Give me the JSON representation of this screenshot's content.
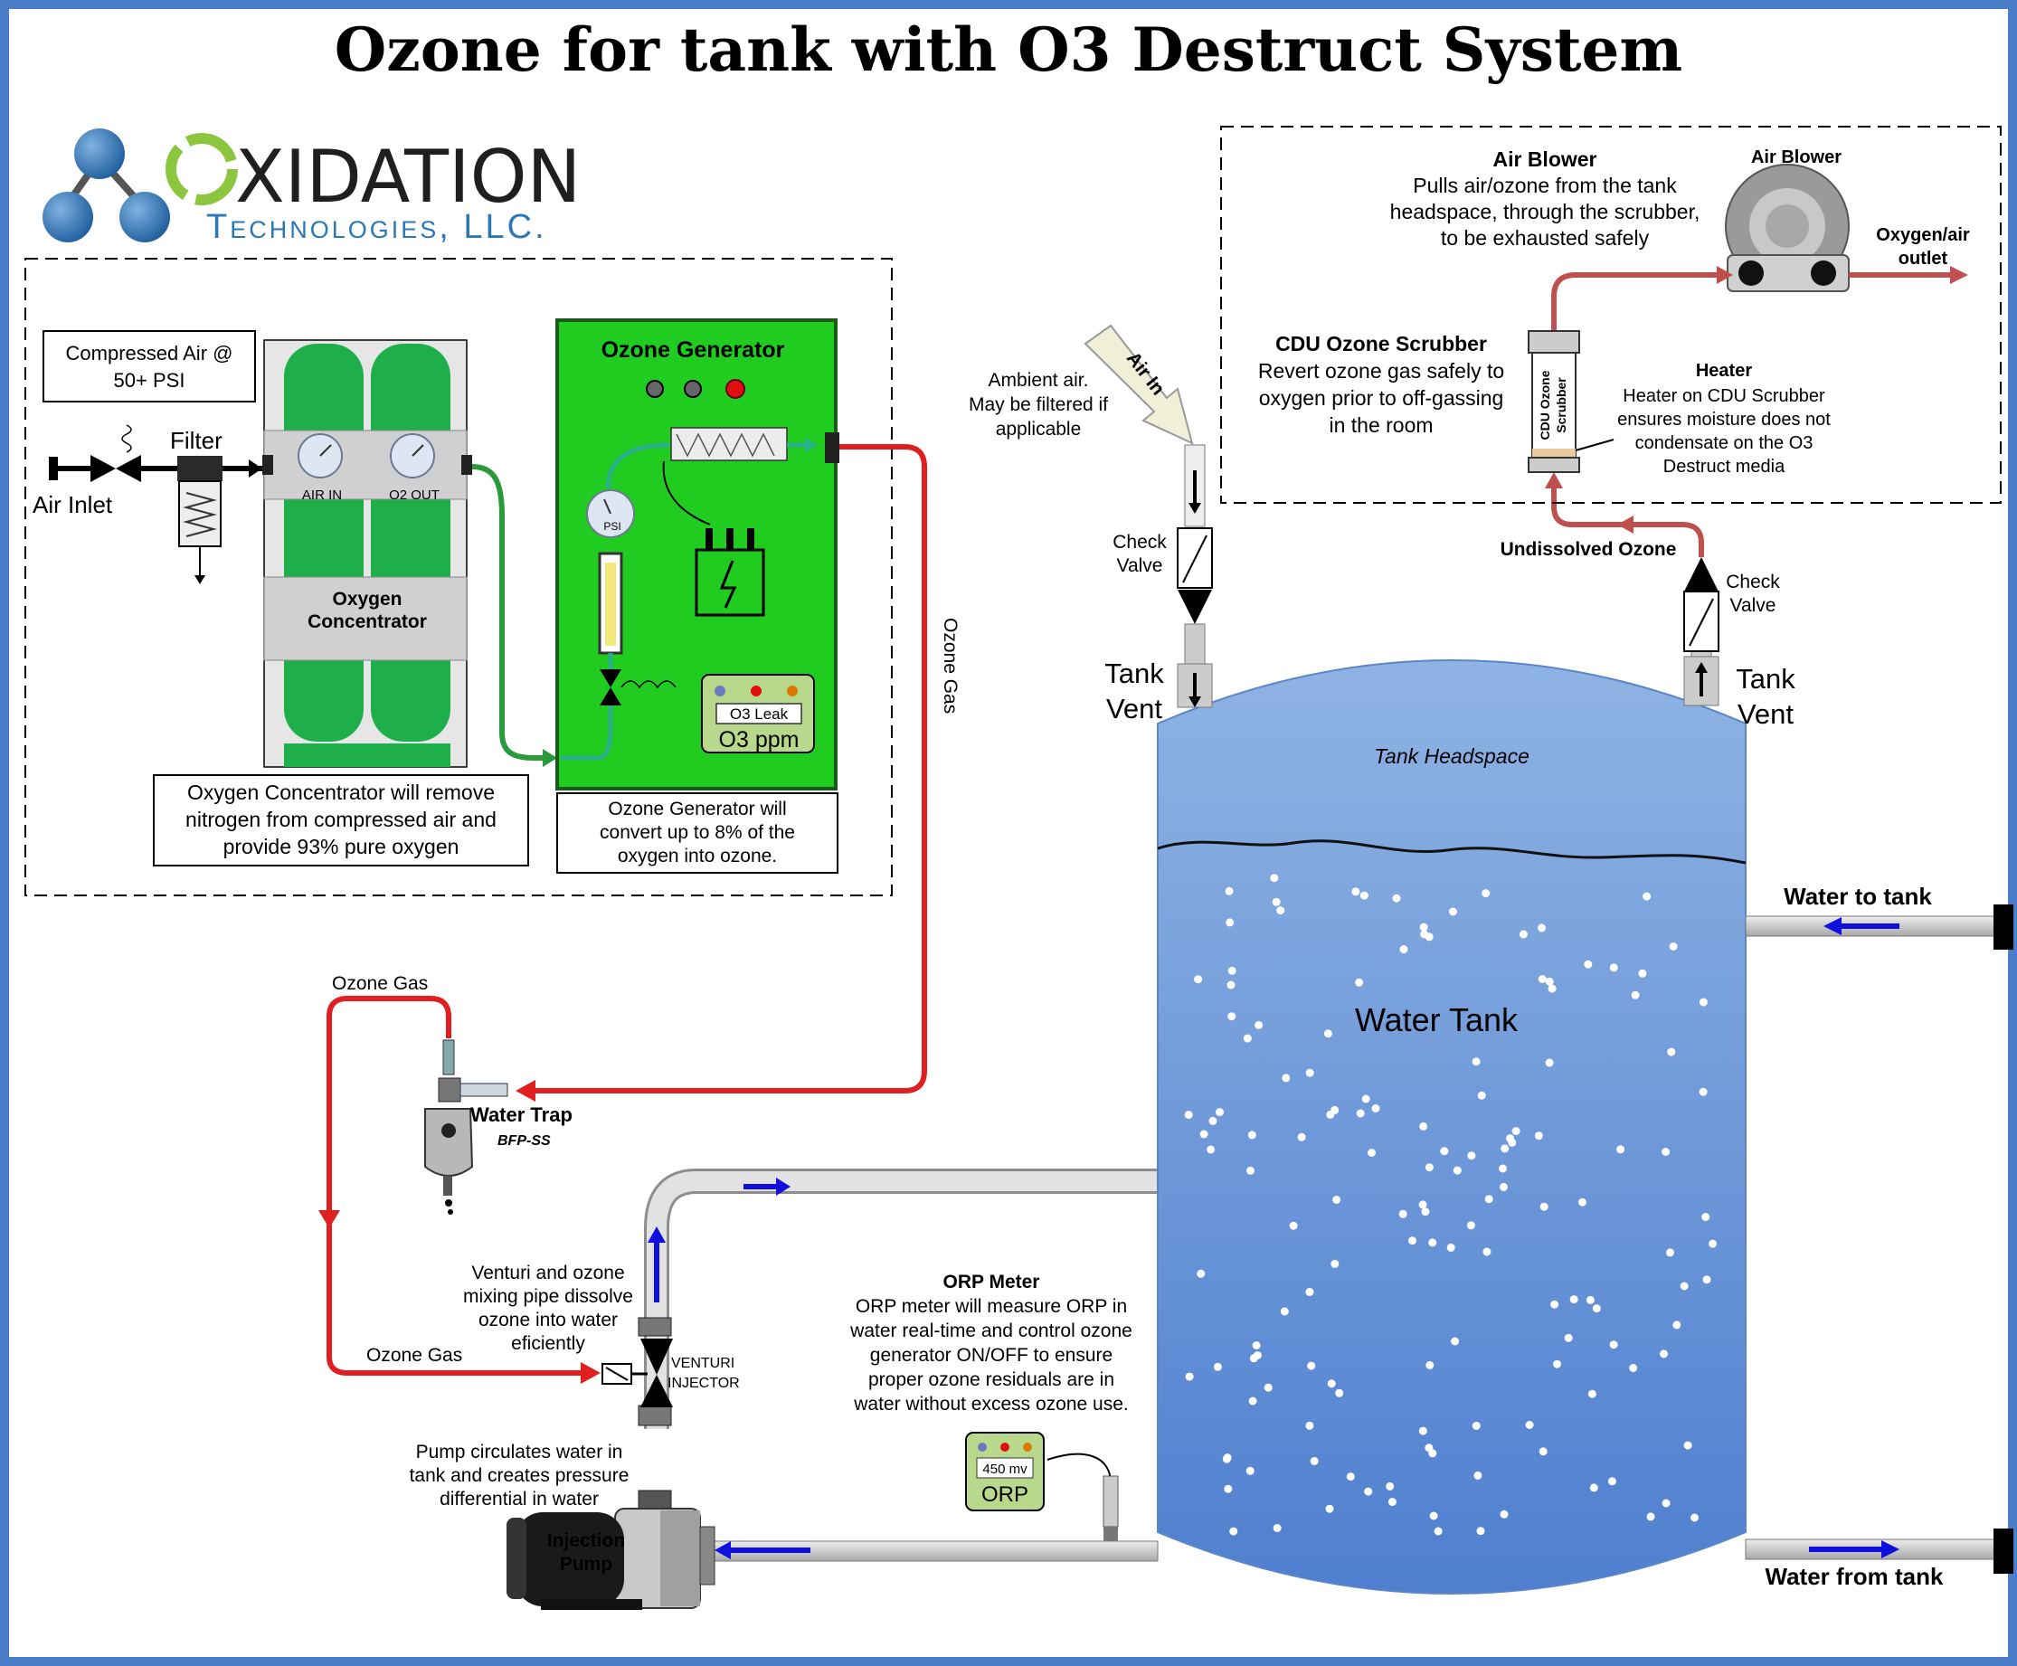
{
  "title": "Ozone for tank with O3 Destruct System",
  "logo": {
    "word1": "XIDATION",
    "word2": "Technologies, LLC."
  },
  "left_section": {
    "compressed_air_box": [
      "Compressed Air @",
      "50+ PSI"
    ],
    "filter_label": "Filter",
    "air_inlet_label": "Air Inlet",
    "air_in_gauge": "AIR IN",
    "o2_out_gauge": "O2 OUT",
    "concentrator_label": [
      "Oxygen",
      "Concentrator"
    ],
    "concentrator_note": [
      "Oxygen Concentrator will remove",
      "nitrogen from compressed air and",
      "provide 93% pure oxygen"
    ],
    "generator_title": "Ozone Generator",
    "psi_label": "PSI",
    "o3_leak_label": "O3 Leak",
    "o3_ppm_label": "O3 ppm",
    "generator_note": [
      "Ozone Generator will",
      "convert up to 8% of the",
      "oxygen into ozone."
    ]
  },
  "ozone_gas_vertical": "Ozone Gas",
  "ozone_gas_top": "Ozone Gas",
  "ozone_gas_bottom": "Ozone Gas",
  "water_trap": {
    "label": "Water Trap",
    "model": "BFP-SS"
  },
  "venturi": {
    "note": [
      "Venturi and ozone",
      "mixing pipe dissolve",
      "ozone into water",
      "eficiently"
    ],
    "label": [
      "VENTURI",
      "INJECTOR"
    ]
  },
  "pump": {
    "note": [
      "Pump circulates water in",
      "tank and creates pressure",
      "differential in water"
    ],
    "label": [
      "Injection",
      "Pump"
    ]
  },
  "orp": {
    "heading": "ORP Meter",
    "note": [
      "ORP meter will measure ORP in",
      "water real-time and control ozone",
      "generator ON/OFF to ensure",
      "proper ozone residuals are in",
      "water without excess ozone use."
    ],
    "display_value": "450 mv",
    "display_label": "ORP"
  },
  "ambient_air_note": [
    "Ambient air.",
    "May be filtered if",
    "applicable"
  ],
  "air_in_arrow": "Air In",
  "check_valve_left": [
    "Check",
    "Valve"
  ],
  "check_valve_right": [
    "Check",
    "Valve"
  ],
  "tank_vent_left": [
    "Tank",
    "Vent"
  ],
  "tank_vent_right": [
    "Tank",
    "Vent"
  ],
  "tank": {
    "headspace": "Tank Headspace",
    "label": "Water Tank"
  },
  "water_to_tank": "Water to tank",
  "water_from_tank": "Water from tank",
  "undissolved_ozone": "Undissolved Ozone",
  "destruct_section": {
    "air_blower_heading": "Air Blower",
    "air_blower_note": [
      "Pulls air/ozone from the tank",
      "headspace, through the scrubber,",
      "to be exhausted safely"
    ],
    "air_blower_icon_label": "Air Blower",
    "outlet_label": [
      "Oxygen/air",
      "outlet"
    ],
    "cdu_heading": "CDU Ozone Scrubber",
    "cdu_note": [
      "Revert ozone gas safely to",
      "oxygen prior to off-gassing",
      "in the room"
    ],
    "cdu_cartridge_label": [
      "CDU Ozone",
      "Scrubber"
    ],
    "heater_heading": "Heater",
    "heater_note": [
      "Heater on CDU Scrubber",
      "ensures moisture does not",
      "condensate on the O3",
      "Destruct media"
    ]
  },
  "colors": {
    "frame_blue": "#4a7ec9",
    "ozone_red": "#e02020",
    "oxygen_green": "#2a9a3a",
    "generator_green": "#1fcc1f",
    "undissolved_red": "#c0504d",
    "flow_blue": "#1010dd",
    "tank_top": "#8fb3e3",
    "tank_bottom": "#4f7fcf"
  }
}
